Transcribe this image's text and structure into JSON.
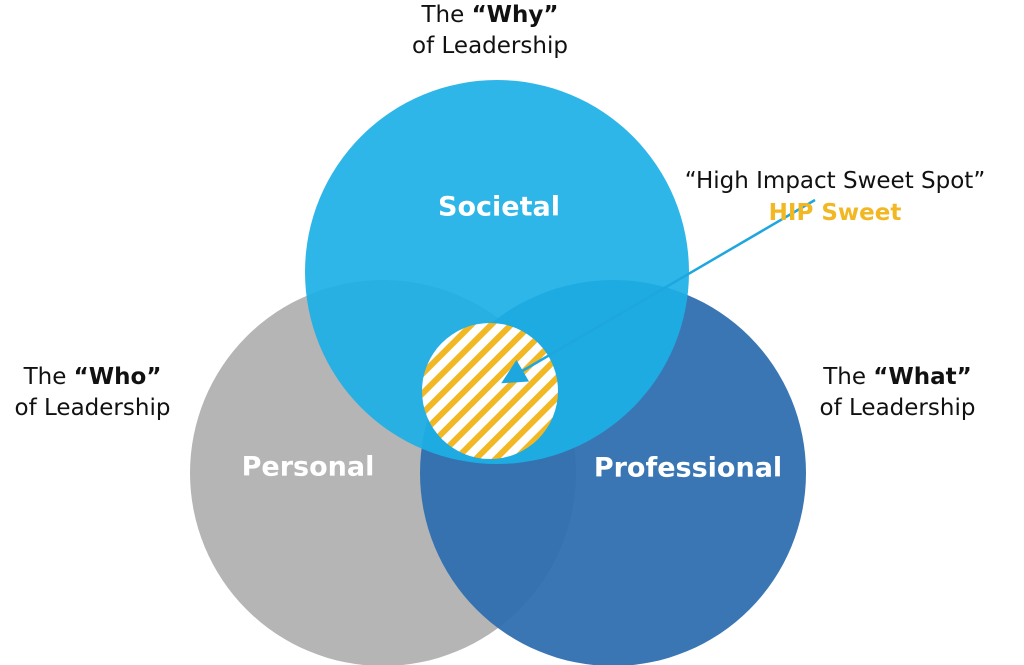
{
  "labels": {
    "why": {
      "prefix": "The ",
      "key": "“Why”",
      "suffix": "of Leadership"
    },
    "who": {
      "prefix": "The ",
      "key": "“Who”",
      "suffix": "of Leadership"
    },
    "what": {
      "prefix": "The ",
      "key": "“What”",
      "suffix": "of Leadership"
    }
  },
  "circles": {
    "societal": "Societal",
    "personal": "Personal",
    "professional": "Professional"
  },
  "callout": {
    "quote": "“High Impact Sweet Spot”",
    "title": "HIP Sweet"
  },
  "colors": {
    "societal": "#1cb0e6",
    "personal": "#b5b5b5",
    "professional": "#2f6fb0",
    "accent": "#f2b824"
  }
}
